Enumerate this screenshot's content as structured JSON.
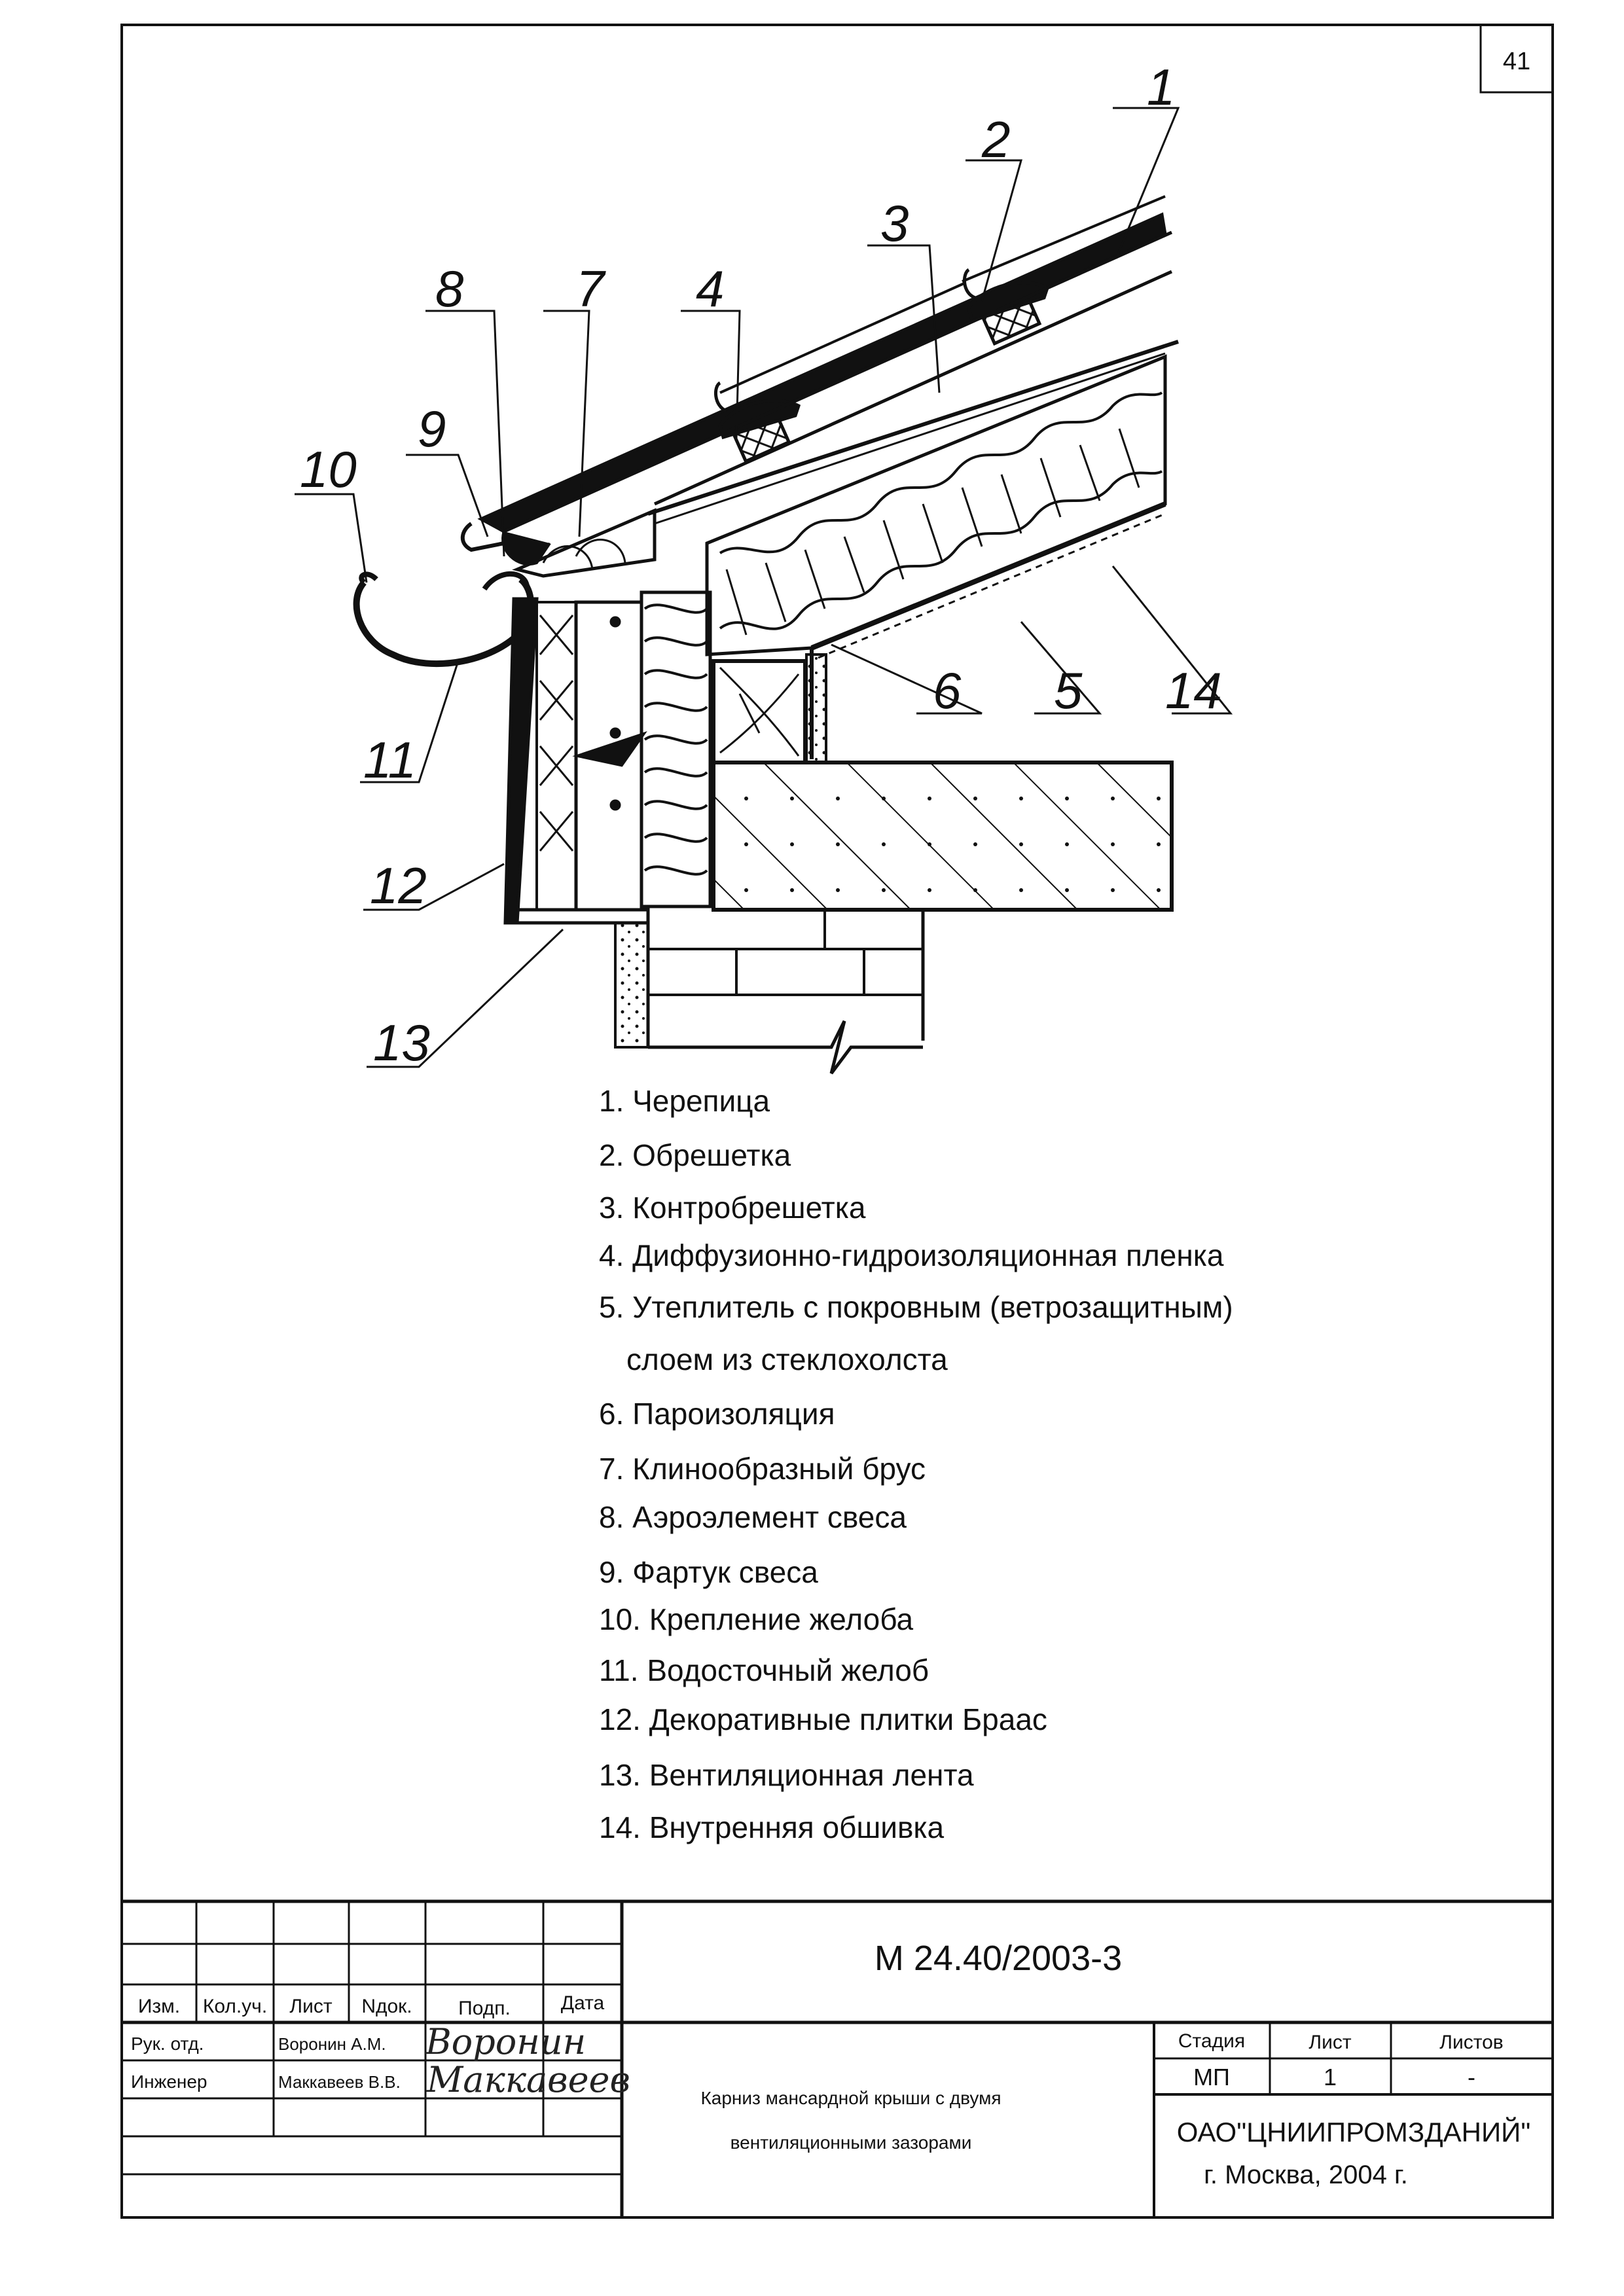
{
  "sheet": {
    "page_number": "41"
  },
  "callouts": [
    "1",
    "2",
    "3",
    "4",
    "5",
    "6",
    "7",
    "8",
    "9",
    "10",
    "11",
    "12",
    "13",
    "14"
  ],
  "legend": [
    "1. Черепица",
    "2. Обрешетка",
    "3. Контробрешетка",
    "4. Диффузионно-гидроизоляционная пленка",
    "5. Утеплитель с покровным (ветрозащитным)",
    "слоем из стеклохолста",
    "6. Пароизоляция",
    "7. Клинообразный брус",
    "8. Аэроэлемент свеса",
    "9. Фартук свеса",
    "10. Крепление желоба",
    "11. Водосточный желоб",
    "12. Декоративные плитки Браас",
    "13. Вентиляционная лента",
    "14. Внутренняя обшивка"
  ],
  "title_block": {
    "doc_code": "М 24.40/2003-3",
    "headers": [
      "Изм.",
      "Кол.уч.",
      "Лист",
      "Nдок.",
      "Подп.",
      "Дата"
    ],
    "roles": [
      {
        "role": "Рук. отд.",
        "name": "Воронин А.М.",
        "signature": "Воронин"
      },
      {
        "role": "Инженер",
        "name": "Маккавеев В.В.",
        "signature": "Маккавеев"
      }
    ],
    "title_line1": "Карниз мансардной крыши с двумя",
    "title_line2": "вентиляционными зазорами",
    "stage_label": "Стадия",
    "sheet_label": "Лист",
    "sheets_label": "Листов",
    "stage_value": "МП",
    "sheet_value": "1",
    "sheets_value": "-",
    "org": "ОАО\"ЦНИИПРОМЗДАНИЙ\"",
    "city_year": "г. Москва, 2004 г."
  },
  "colors": {
    "ink": "#111111",
    "paper": "#ffffff"
  }
}
